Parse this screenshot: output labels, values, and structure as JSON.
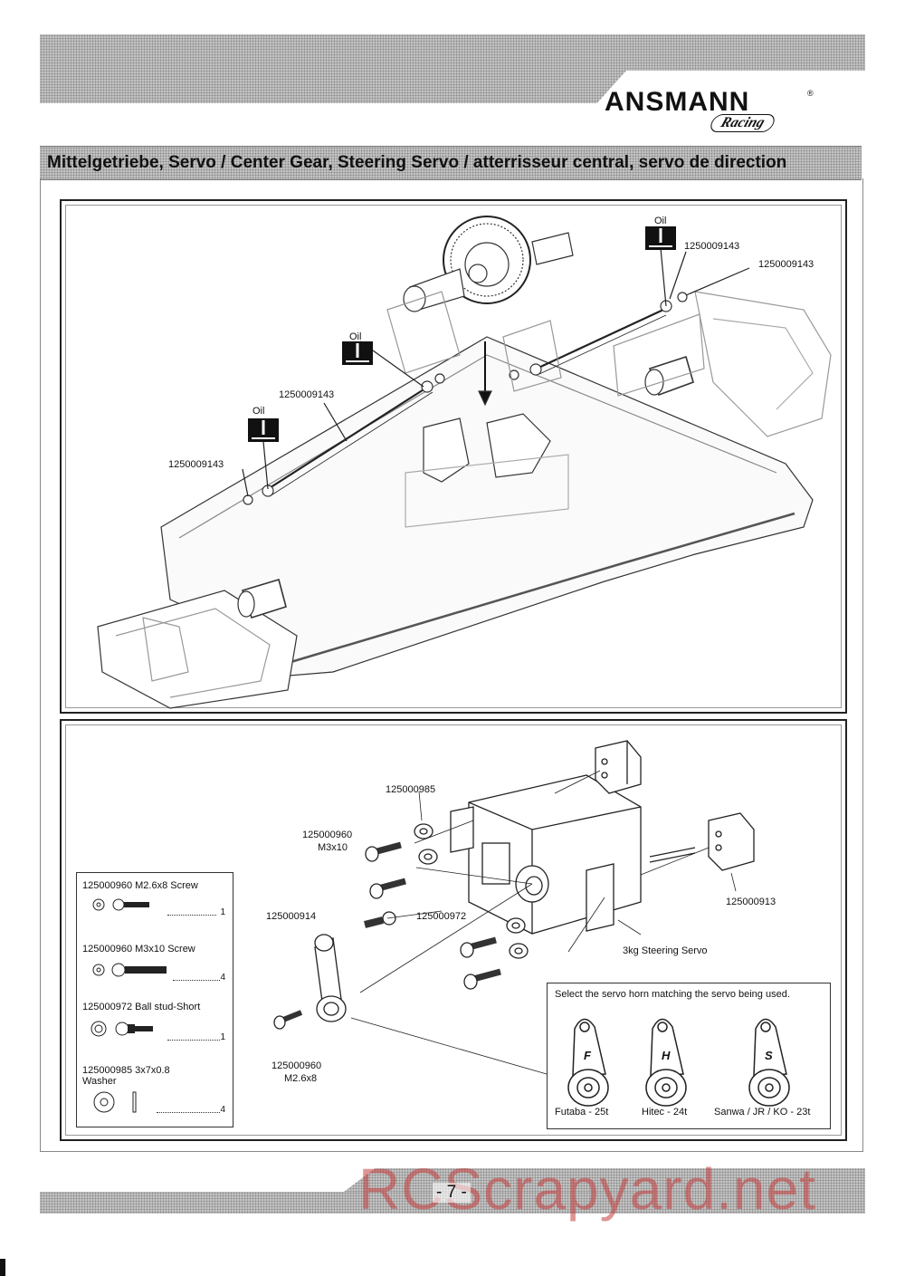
{
  "header": {
    "brand": "ANSMANN",
    "brand_sub": "Racing",
    "registered": "®"
  },
  "title": "Mittelgetriebe, Servo / Center Gear, Steering Servo / atterrisseur central, servo de direction",
  "top_diagram": {
    "oil_labels": [
      "Oil",
      "Oil",
      "Oil"
    ],
    "part_labels": [
      "1250009143",
      "1250009143",
      "1250009143",
      "1250009143"
    ]
  },
  "bottom_diagram": {
    "labels": {
      "washer": "125000985",
      "screw_m3_code": "125000960",
      "screw_m3_size": "M3x10",
      "servo_horn": "125000914",
      "ball_stud": "125000972",
      "mount": "125000913",
      "servo": "3kg Steering Servo",
      "screw_m26_code": "125000960",
      "screw_m26_size": "M2.6x8"
    },
    "parts_list": [
      {
        "code_desc": "125000960  M2.6x8 Screw",
        "qty": "1"
      },
      {
        "code_desc": "125000960  M3x10 Screw",
        "qty": "4"
      },
      {
        "code_desc": "125000972  Ball stud-Short",
        "qty": "1"
      },
      {
        "code_desc": "125000985  3x7x0.8",
        "desc2": "Washer",
        "qty": "4"
      }
    ],
    "horn_box": {
      "title": "Select the servo horn matching the servo being used.",
      "horns": [
        {
          "letter": "F",
          "caption": "Futaba - 25t"
        },
        {
          "letter": "H",
          "caption": "Hitec - 24t"
        },
        {
          "letter": "S",
          "caption": "Sanwa / JR / KO - 23t"
        }
      ]
    }
  },
  "footer": {
    "page_number": "- 7 -",
    "watermark": "RCScrapyard.net"
  }
}
